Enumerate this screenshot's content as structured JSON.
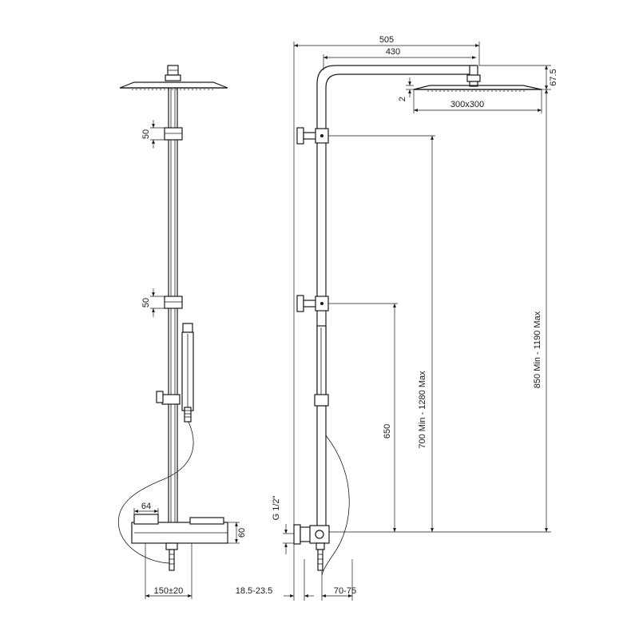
{
  "dimensions": {
    "front_bracket_top": "50",
    "front_bracket_mid": "50",
    "front_mixer_width": "64",
    "front_mixer_height": "60",
    "front_centres": "150±20",
    "side_total_reach": "505",
    "side_arm_reach": "430",
    "side_head_height": "67.5",
    "side_head_thickness": "2",
    "side_head_size": "300x300",
    "side_inlet": "G 1/2\"",
    "side_wall_offset": "18.5-23.5",
    "side_mixer_depth": "70-75",
    "side_bracket_spacing": "650",
    "side_column_height": "700 Min - 1280 Max",
    "side_overall_height": "850 Min - 1190 Max"
  }
}
